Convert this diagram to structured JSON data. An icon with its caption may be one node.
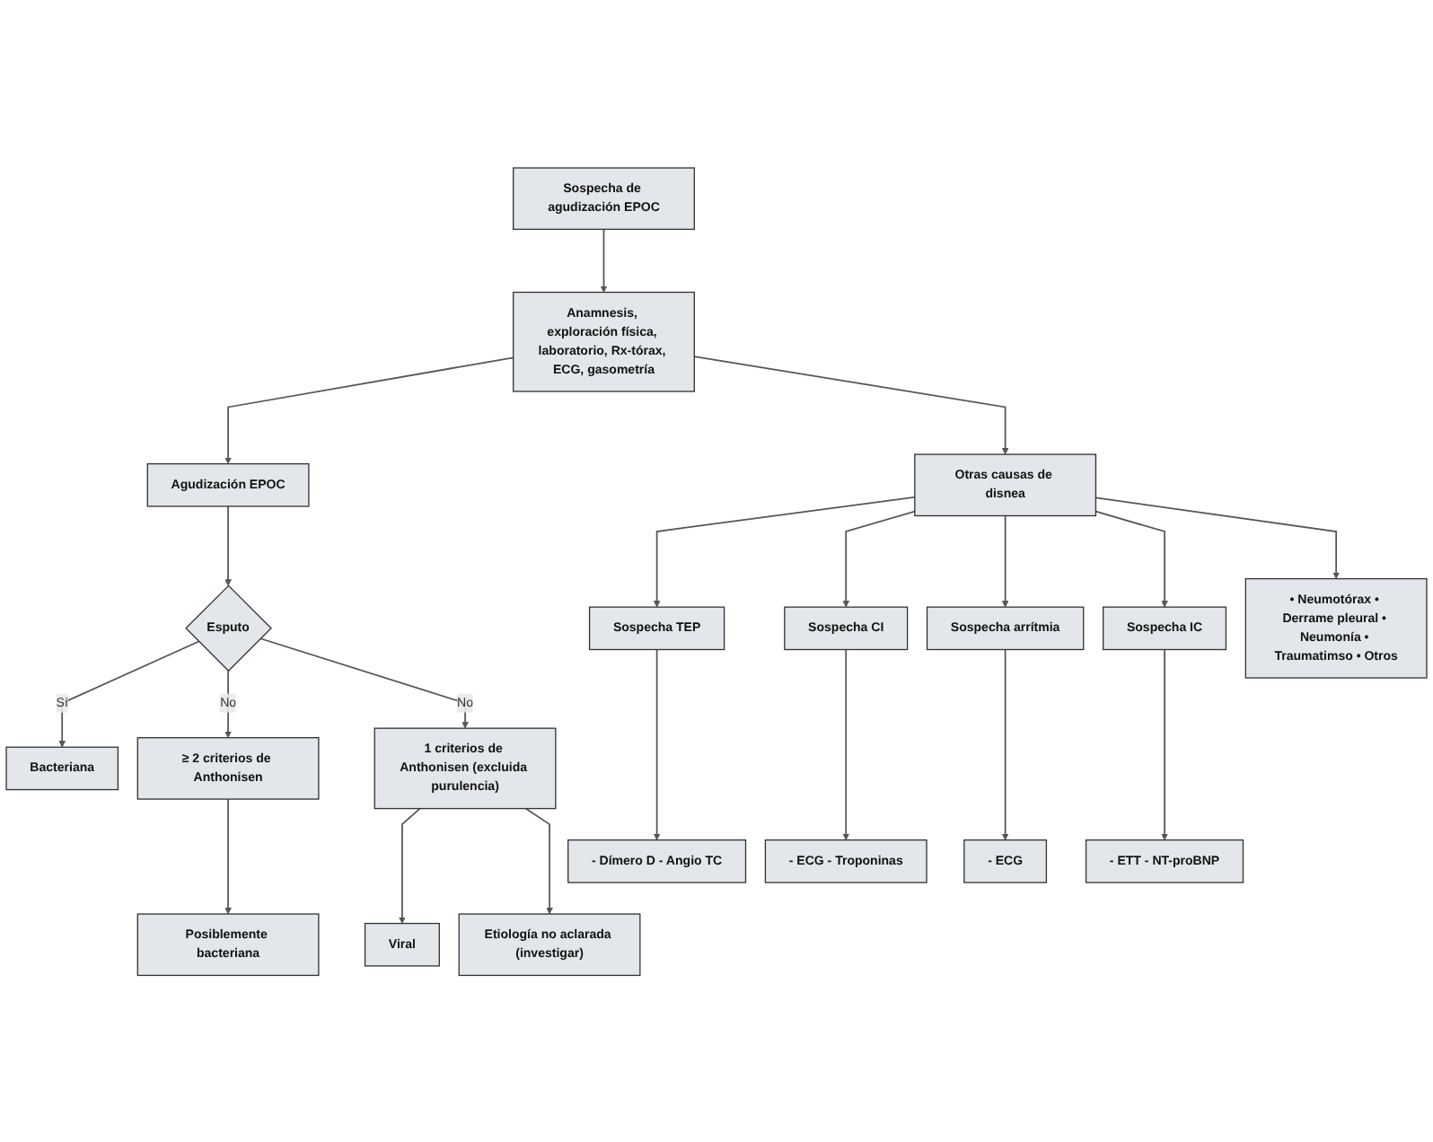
{
  "diagram": {
    "nodes": [
      {
        "text": [
          "Sospecha de agudización EPOC"
        ]
      },
      {
        "text": [
          "Anamnesis, exploración física, laboratorio, Rx-tórax, ECG, gasometría"
        ]
      },
      {
        "text": [
          "Agudización EPOC"
        ]
      },
      {
        "text": [
          "Otras causas de disnea"
        ]
      },
      {
        "text": [
          "Esputo"
        ]
      },
      {
        "text": [
          "≥ 2 criterios de Anthonisen"
        ]
      },
      {
        "text": [
          "1 criterios de Anthonisen (excluida purulencia)"
        ]
      },
      {
        "text": [
          "Bacteriana"
        ]
      },
      {
        "text": [
          "Posiblemente bacteriana"
        ]
      },
      {
        "text": [
          "Viral"
        ]
      },
      {
        "text": [
          "Etiología no aclarada (investigar)"
        ]
      },
      {
        "text": [
          "Sospecha TEP"
        ]
      },
      {
        "text": [
          "- Dímero D - Angio TC"
        ]
      },
      {
        "text": [
          "Sospecha CI"
        ]
      },
      {
        "text": [
          "- ECG - Troponinas"
        ]
      },
      {
        "text": [
          "Sospecha arrítmia"
        ]
      },
      {
        "text": [
          "- ECG"
        ]
      },
      {
        "text": [
          "Sospecha IC"
        ]
      },
      {
        "text": [
          "- ETT - NT-proBNP"
        ]
      },
      {
        "text": [
          "• Neumotórax • Derrame pleural • Neumonía • Traumatimso • Otros"
        ]
      }
    ],
    "edges": [
      {
        "from": 0,
        "to": 1,
        "arrow": "to"
      },
      {
        "from": 1,
        "to": 2,
        "arrow": "to"
      },
      {
        "from": 1,
        "to": 3,
        "arrow": "to"
      },
      {
        "from": 2,
        "to": 4,
        "arrow": "to"
      },
      {
        "from": 4,
        "to": 7,
        "arrow": "to",
        "label": "Sí"
      },
      {
        "from": 4,
        "to": 5,
        "arrow": "to",
        "label": "No"
      },
      {
        "from": 4,
        "to": 6,
        "arrow": "to",
        "label": "No"
      },
      {
        "from": 5,
        "to": 8,
        "arrow": "to"
      },
      {
        "from": 6,
        "to": 9,
        "arrow": "to"
      },
      {
        "from": 6,
        "to": 10,
        "arrow": "to"
      },
      {
        "from": 3,
        "to": 11,
        "arrow": "to"
      },
      {
        "from": 3,
        "to": 13,
        "arrow": "to"
      },
      {
        "from": 3,
        "to": 15,
        "arrow": "to"
      },
      {
        "from": 3,
        "to": 17,
        "arrow": "to"
      },
      {
        "from": 3,
        "to": 19,
        "arrow": "to"
      },
      {
        "from": 11,
        "to": 12,
        "arrow": "to"
      },
      {
        "from": 13,
        "to": 14,
        "arrow": "to"
      },
      {
        "from": 15,
        "to": 16,
        "arrow": "to"
      },
      {
        "from": 17,
        "to": 18,
        "arrow": "to"
      }
    ]
  }
}
